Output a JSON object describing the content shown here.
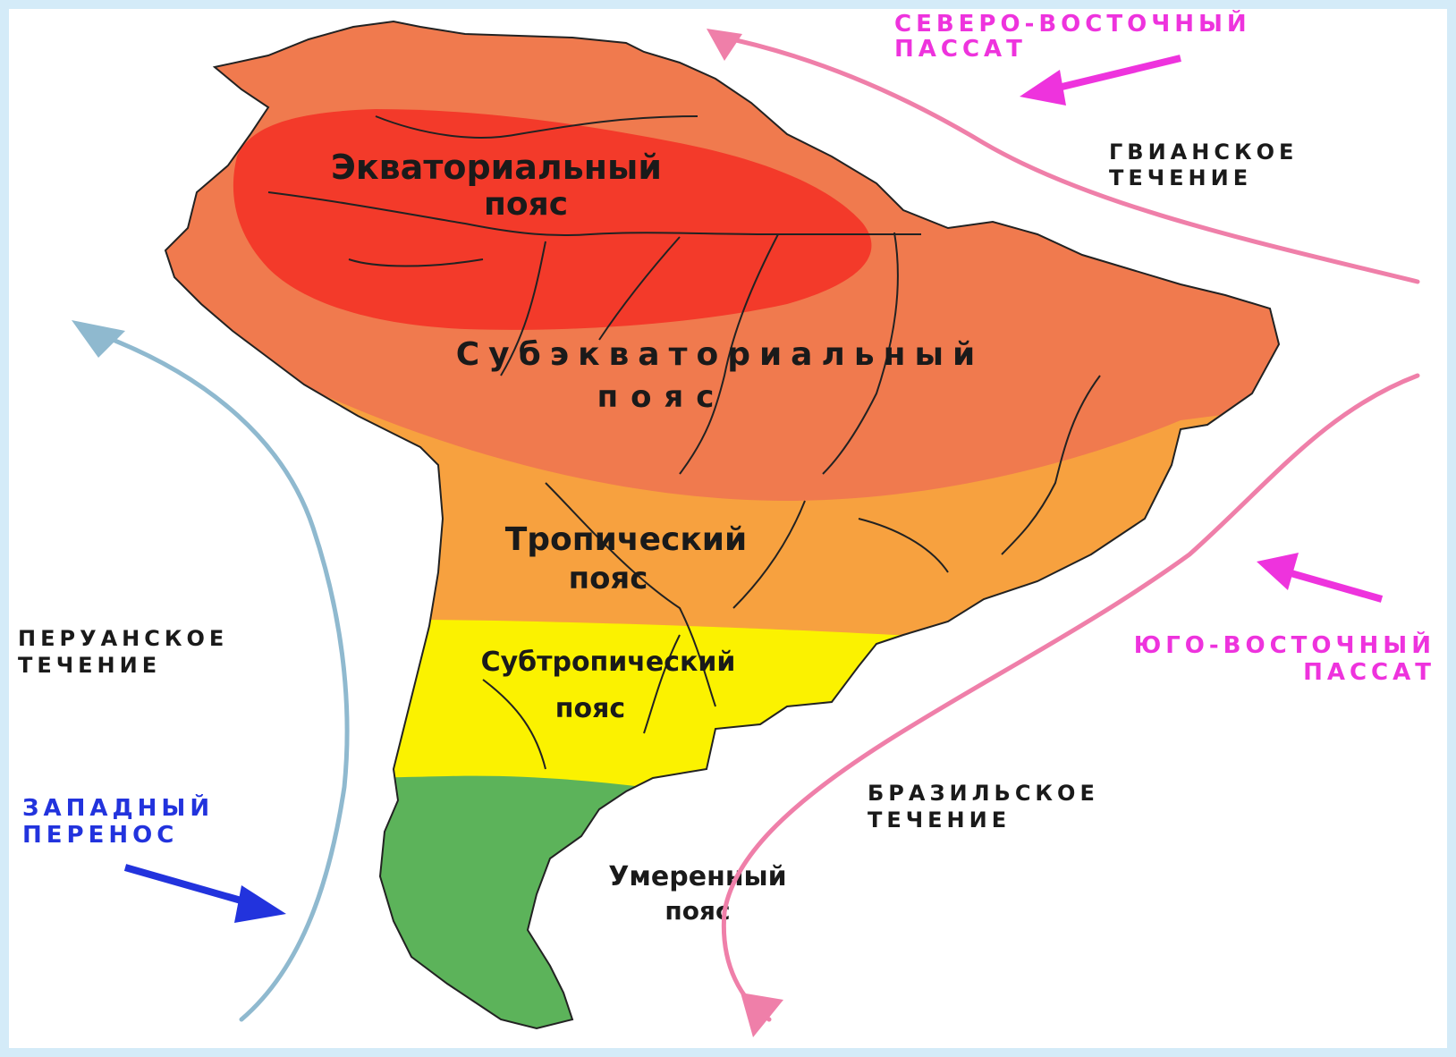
{
  "zones": {
    "equatorial": {
      "line1": "Экваториальный",
      "line2": "пояс",
      "color": "#f33a2a"
    },
    "subequatorial": {
      "line1": "Субэкваториальный",
      "line2": "пояс",
      "color": "#f07a4e"
    },
    "tropical": {
      "line1": "Тропический",
      "line2": "пояс",
      "color": "#f7a13f"
    },
    "subtropical": {
      "line1": "Субтропический",
      "line2": "пояс",
      "color": "#fbf200"
    },
    "temperate": {
      "line1": "Умеренный",
      "line2": "пояс",
      "color": "#5cb35a"
    }
  },
  "currents": {
    "guiana": {
      "line1": "ГВИАНСКОЕ",
      "line2": "ТЕЧЕНИЕ"
    },
    "peru": {
      "line1": "ПЕРУАНСКОЕ",
      "line2": "ТЕЧЕНИЕ",
      "color": "#8fb9cf"
    },
    "brazil": {
      "line1": "БРАЗИЛЬСКОЕ",
      "line2": "ТЕЧЕНИЕ"
    }
  },
  "winds": {
    "ne_trade": {
      "line1": "СЕВЕРО-ВОСТОЧНЫЙ",
      "line2": "ПАССАТ",
      "color": "#ee33dd"
    },
    "se_trade": {
      "line1": "ЮГО-ВОСТОЧНЫЙ",
      "line2": "ПАССАТ",
      "color": "#ee33dd"
    },
    "westerlies": {
      "line1": "ЗАПАДНЫЙ",
      "line2": "ПЕРЕНОС",
      "color": "#2233dd"
    }
  },
  "colors": {
    "warm_current": "#ef7fa9",
    "cold_current": "#8fb9cf",
    "border": "#d4ebf8",
    "river": "#222222"
  }
}
